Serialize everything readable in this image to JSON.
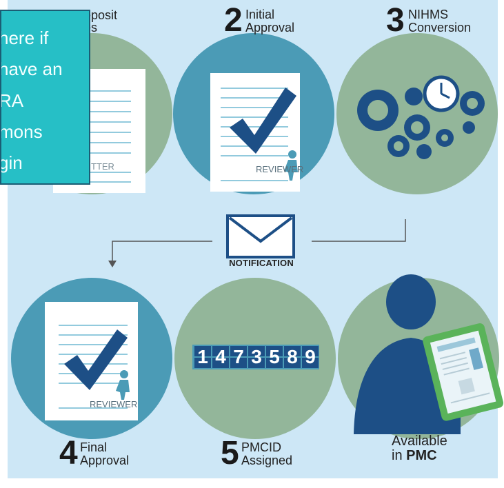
{
  "callout": {
    "lines": [
      "here if",
      "have an",
      "RA",
      "mons",
      "gin"
    ]
  },
  "steps": {
    "step1": {
      "title": "eposit",
      "subtitle": "es",
      "letter_text": "TTER"
    },
    "step2": {
      "number": "2",
      "title": "Initial",
      "subtitle": "Approval",
      "doc_label": "REVIEWER"
    },
    "step3": {
      "number": "3",
      "title": "NIHMS",
      "subtitle": "Conversion"
    },
    "notification": {
      "label": "NOTIFICATION"
    },
    "step4": {
      "number": "4",
      "title": "Final",
      "subtitle": "Approval",
      "doc_label": "REVIEWER"
    },
    "step5": {
      "number": "5",
      "title": "PMCID",
      "subtitle": "Assigned",
      "digits": [
        "1",
        "4",
        "7",
        "3",
        "5",
        "8",
        "9"
      ]
    },
    "step6": {
      "title": "Available",
      "subtitle_prefix": "in ",
      "subtitle_bold": "PMC"
    }
  },
  "colors": {
    "background_panel": "#cde7f6",
    "circle_green": "#93b69a",
    "circle_teal": "#4b9bb6",
    "navy": "#1d4f86",
    "callout_bg": "#26bfc6",
    "callout_border": "#1b5d74"
  },
  "icons": [
    "envelope-icon",
    "checkmark-icon",
    "gear-icon",
    "clock-icon",
    "person-silhouette-icon",
    "tablet-icon"
  ]
}
